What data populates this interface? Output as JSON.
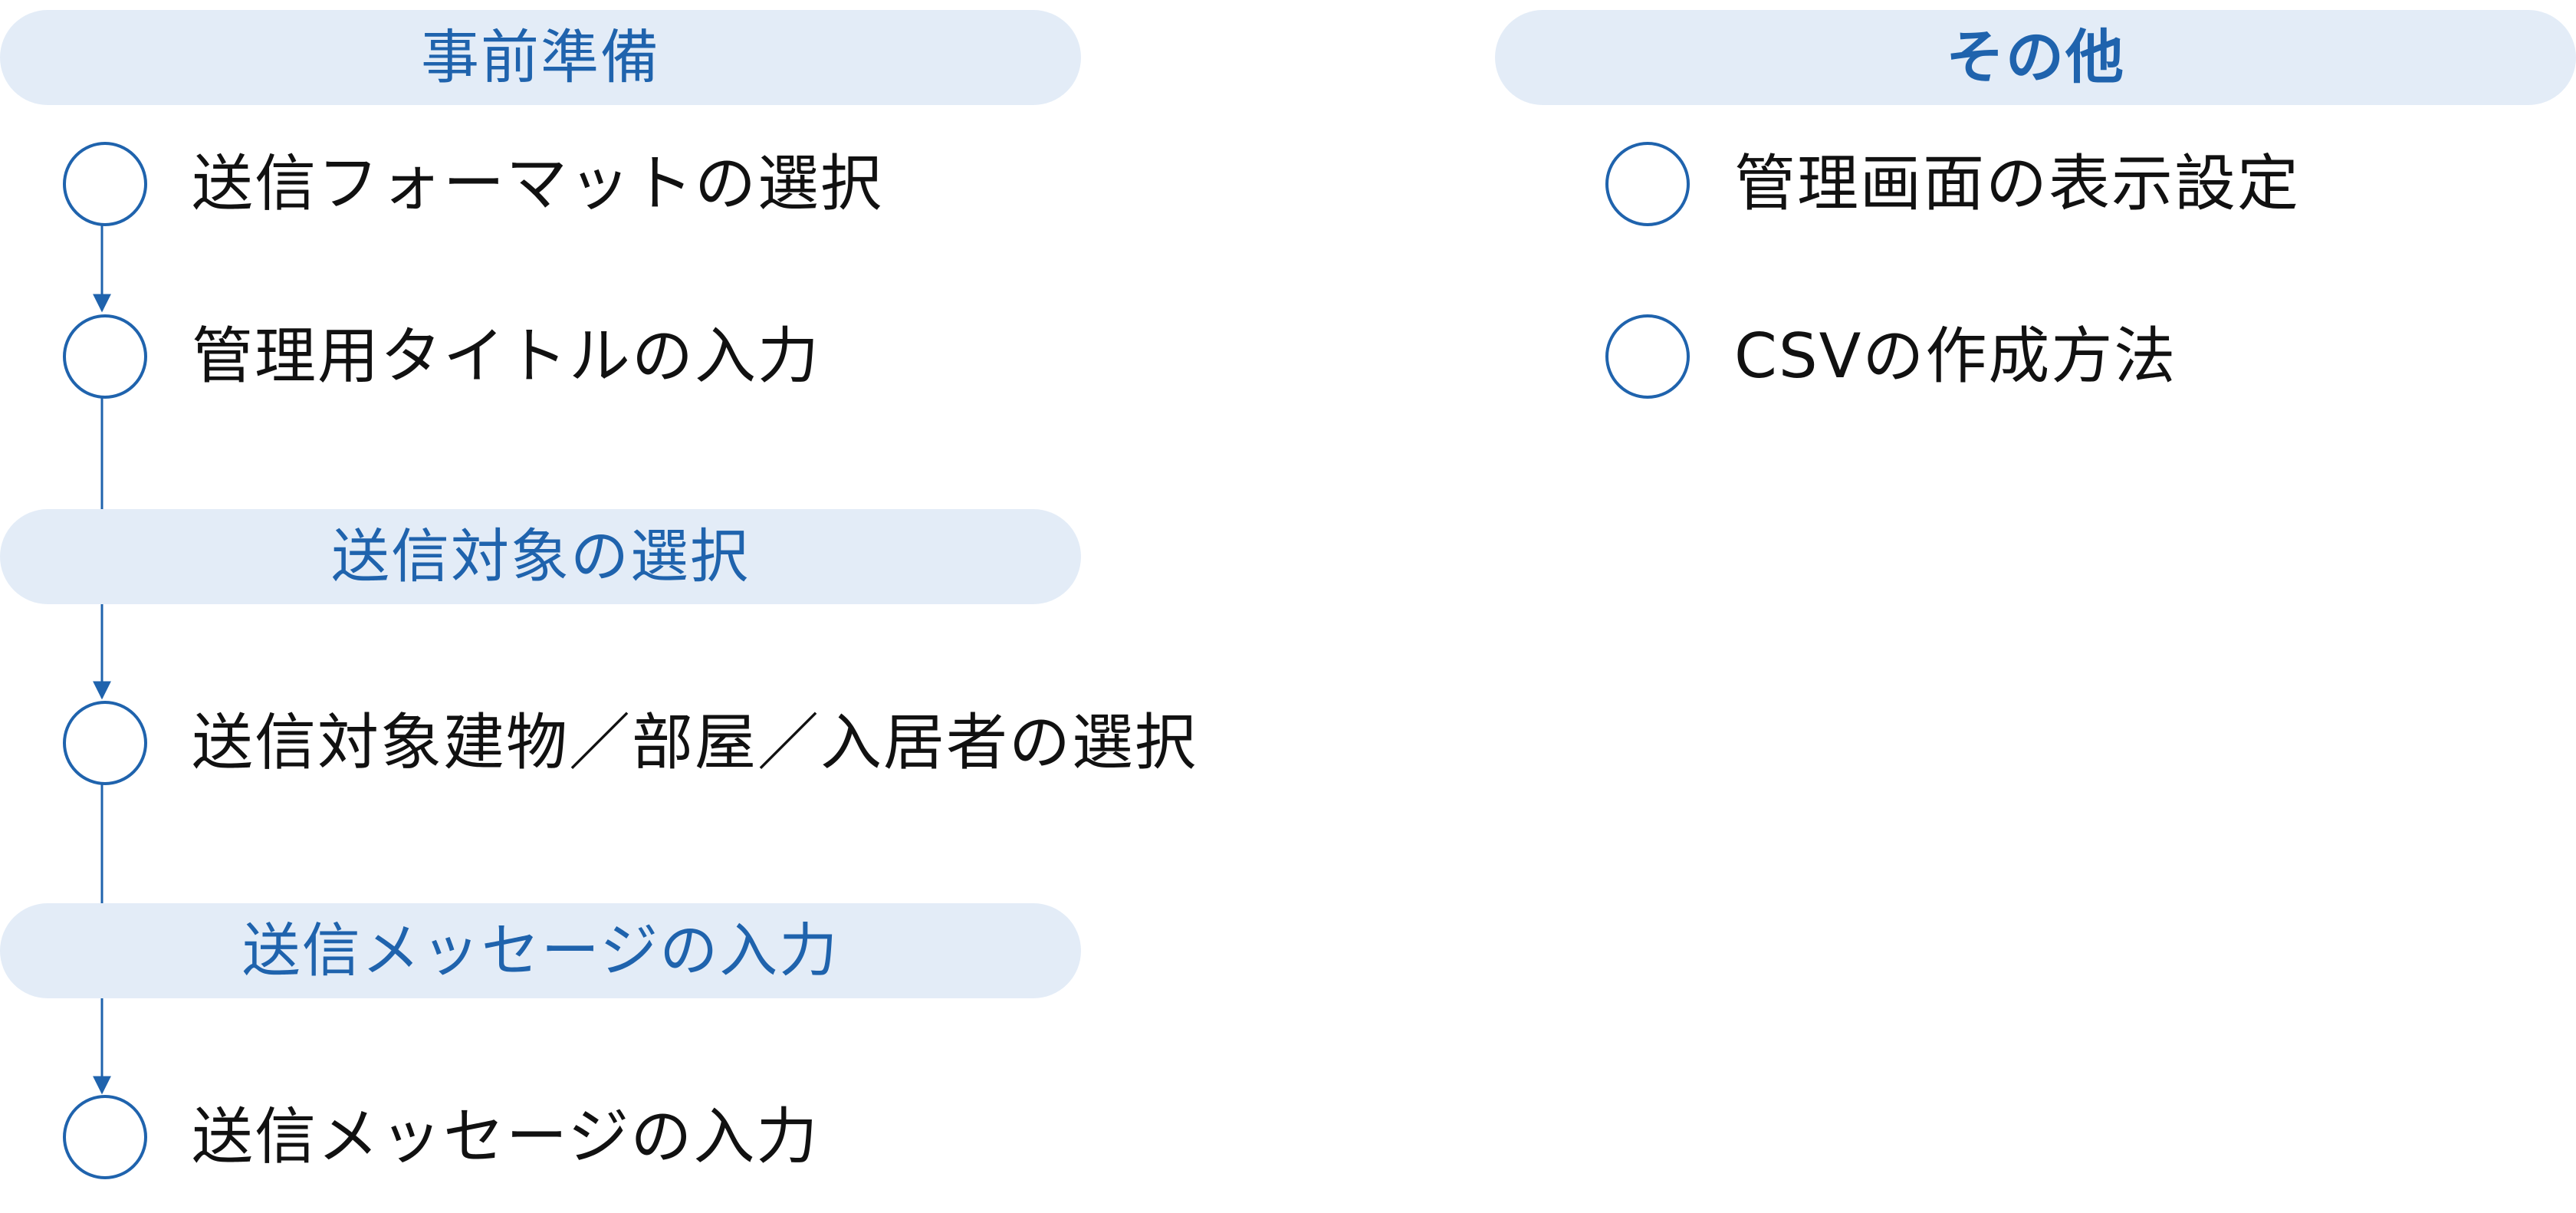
{
  "colors": {
    "accent": "#1f63ad",
    "pill_background": "#e3ecf7",
    "text": "#111111"
  },
  "left_column": {
    "sections": [
      {
        "title": "事前準備",
        "steps": [
          {
            "label": "送信フォーマットの選択"
          },
          {
            "label": "管理用タイトルの入力"
          }
        ]
      },
      {
        "title": "送信対象の選択",
        "steps": [
          {
            "label": "送信対象建物／部屋／入居者の選択"
          }
        ]
      },
      {
        "title": "送信メッセージの入力",
        "steps": [
          {
            "label": "送信メッセージの入力"
          }
        ]
      }
    ]
  },
  "right_column": {
    "title": "その他",
    "items": [
      {
        "label": "管理画面の表示設定"
      },
      {
        "label": "CSVの作成方法"
      }
    ]
  }
}
